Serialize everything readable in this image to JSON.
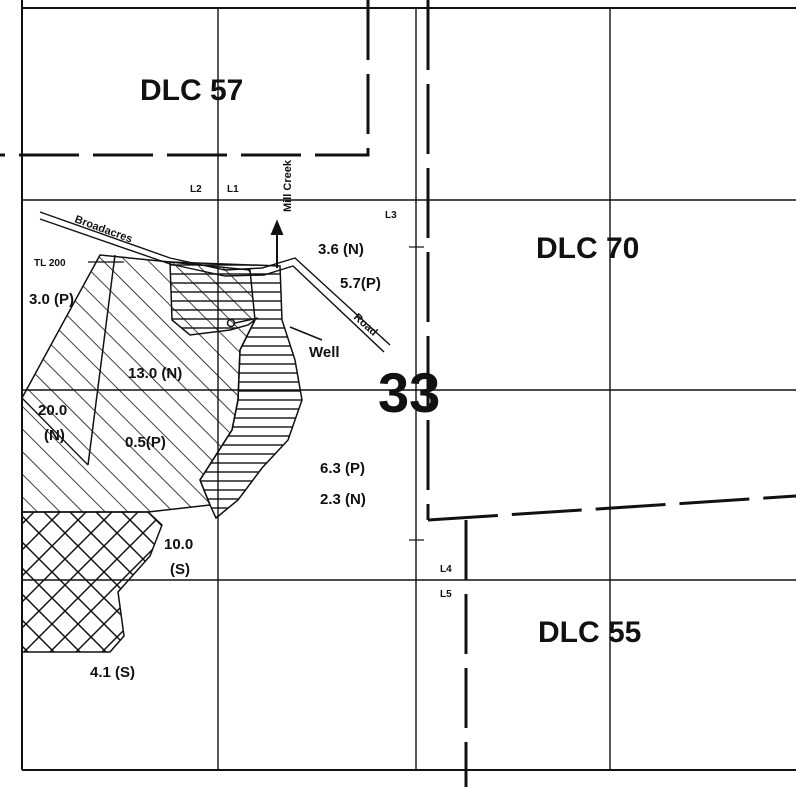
{
  "claims": {
    "dlc57": "DLC 57",
    "dlc70": "DLC 70",
    "dlc55": "DLC 55"
  },
  "section": "33",
  "roads": {
    "broadacres": "Broadacres",
    "road": "Road",
    "mill_creek": "Mill Creek"
  },
  "features": {
    "well": "Well",
    "tax_lot": "TL 200"
  },
  "lots": {
    "l1": "L1",
    "l2": "L2",
    "l3": "L3",
    "l4": "L4",
    "l5": "L5"
  },
  "acreages": {
    "tl200_p": "3.0 (P)",
    "west_n": "20.0",
    "west_n_code": "(N)",
    "center_n": "13.0 (N)",
    "center_p": "0.5(P)",
    "ne_n": "3.6 (N)",
    "ne_p": "5.7(P)",
    "se_p": "6.3 (P)",
    "se_n": "2.3 (N)",
    "south_s": "10.0",
    "south_s_code": "(S)",
    "sw_s": "4.1 (S)"
  },
  "colors": {
    "ink": "#111111",
    "paper": "#ffffff"
  }
}
